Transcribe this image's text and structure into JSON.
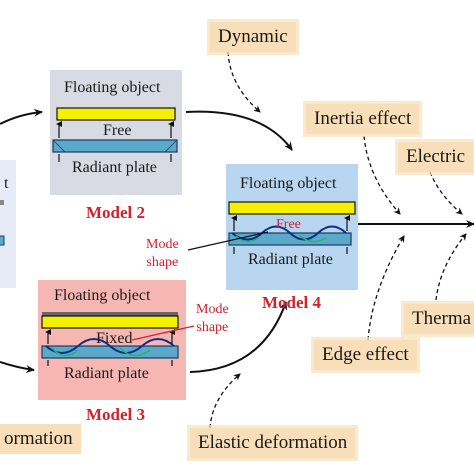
{
  "colors": {
    "accent_red": "#d3212d",
    "floating_object_fill": "#f5f000",
    "radiant_plate_fill": "#5aa9c9",
    "model2_bg": "#d8dbe4",
    "model3_bg": "#f6b7b3",
    "model4_bg": "#b8d6ef",
    "factor_tag_bg": "#f9dfb9"
  },
  "left_partial": {
    "top_text": "t",
    "bottom_text": "ormation"
  },
  "model2": {
    "object_label": "Floating object",
    "gap_label": "Free",
    "plate_label": "Radiant plate",
    "title": "Model 2"
  },
  "model3": {
    "object_label": "Floating object",
    "gap_label": "Fixed",
    "plate_label": "Radiant plate",
    "title": "Model 3",
    "mode_shape_label": "Mode\nshape"
  },
  "model4": {
    "object_label": "Floating object",
    "gap_label": "Free",
    "plate_label": "Radiant plate",
    "title": "Model 4",
    "mode_shape_label": "Mode\nshape"
  },
  "factors": {
    "dynamic": "Dynamic",
    "inertia": "Inertia effect",
    "electric": "Electric",
    "thermal": "Therma",
    "edge": "Edge effect",
    "elastic": "Elastic deformation"
  }
}
